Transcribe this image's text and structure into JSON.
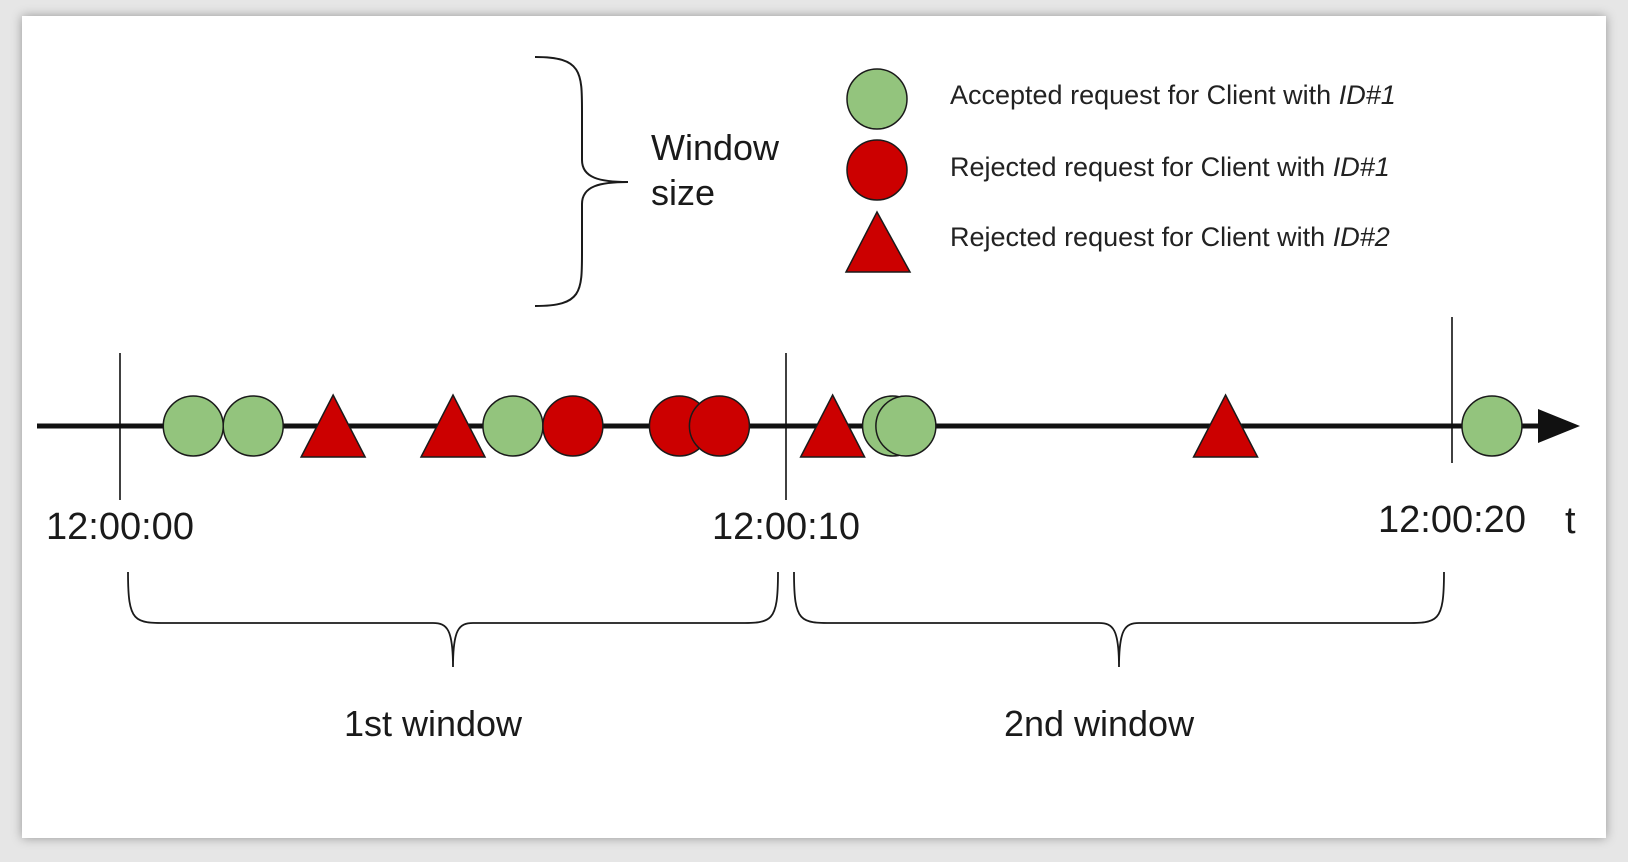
{
  "colors": {
    "accepted": "#93c47d",
    "rejected": "#cc0000",
    "stroke": "#1a1a1a"
  },
  "legend": [
    {
      "shape": "circle",
      "color": "accepted",
      "text": "Accepted request for Client with ",
      "id": "ID#1"
    },
    {
      "shape": "circle",
      "color": "rejected",
      "text": "Rejected request for Client with ",
      "id": "ID#1"
    },
    {
      "shape": "triangle",
      "color": "rejected",
      "text": "Rejected request for Client with ",
      "id": "ID#2"
    }
  ],
  "window_size": {
    "line1": "Window",
    "line2": "size"
  },
  "timeline": {
    "axis_label": "t",
    "ticks": [
      {
        "label": "12:00:00",
        "time": 0
      },
      {
        "label": "12:00:10",
        "time": 10
      },
      {
        "label": "12:00:20",
        "time": 20
      }
    ],
    "windows": [
      {
        "label": "1st window",
        "start": 0,
        "end": 10
      },
      {
        "label": "2nd window",
        "start": 10,
        "end": 20
      }
    ],
    "requests": [
      {
        "time": 1.1,
        "shape": "circle",
        "status": "accepted",
        "client": "ID#1"
      },
      {
        "time": 2.0,
        "shape": "circle",
        "status": "accepted",
        "client": "ID#1"
      },
      {
        "time": 3.2,
        "shape": "triangle",
        "status": "rejected",
        "client": "ID#2"
      },
      {
        "time": 5.0,
        "shape": "triangle",
        "status": "rejected",
        "client": "ID#2"
      },
      {
        "time": 5.9,
        "shape": "circle",
        "status": "accepted",
        "client": "ID#1"
      },
      {
        "time": 6.8,
        "shape": "circle",
        "status": "rejected",
        "client": "ID#1"
      },
      {
        "time": 8.4,
        "shape": "circle",
        "status": "rejected",
        "client": "ID#1"
      },
      {
        "time": 9.0,
        "shape": "circle",
        "status": "rejected",
        "client": "ID#1"
      },
      {
        "time": 10.7,
        "shape": "triangle",
        "status": "rejected",
        "client": "ID#2"
      },
      {
        "time": 11.6,
        "shape": "circle",
        "status": "accepted",
        "client": "ID#1"
      },
      {
        "time": 11.8,
        "shape": "circle",
        "status": "accepted",
        "client": "ID#1"
      },
      {
        "time": 16.6,
        "shape": "triangle",
        "status": "rejected",
        "client": "ID#2"
      },
      {
        "time": 20.6,
        "shape": "circle",
        "status": "accepted",
        "client": "ID#1"
      }
    ]
  }
}
